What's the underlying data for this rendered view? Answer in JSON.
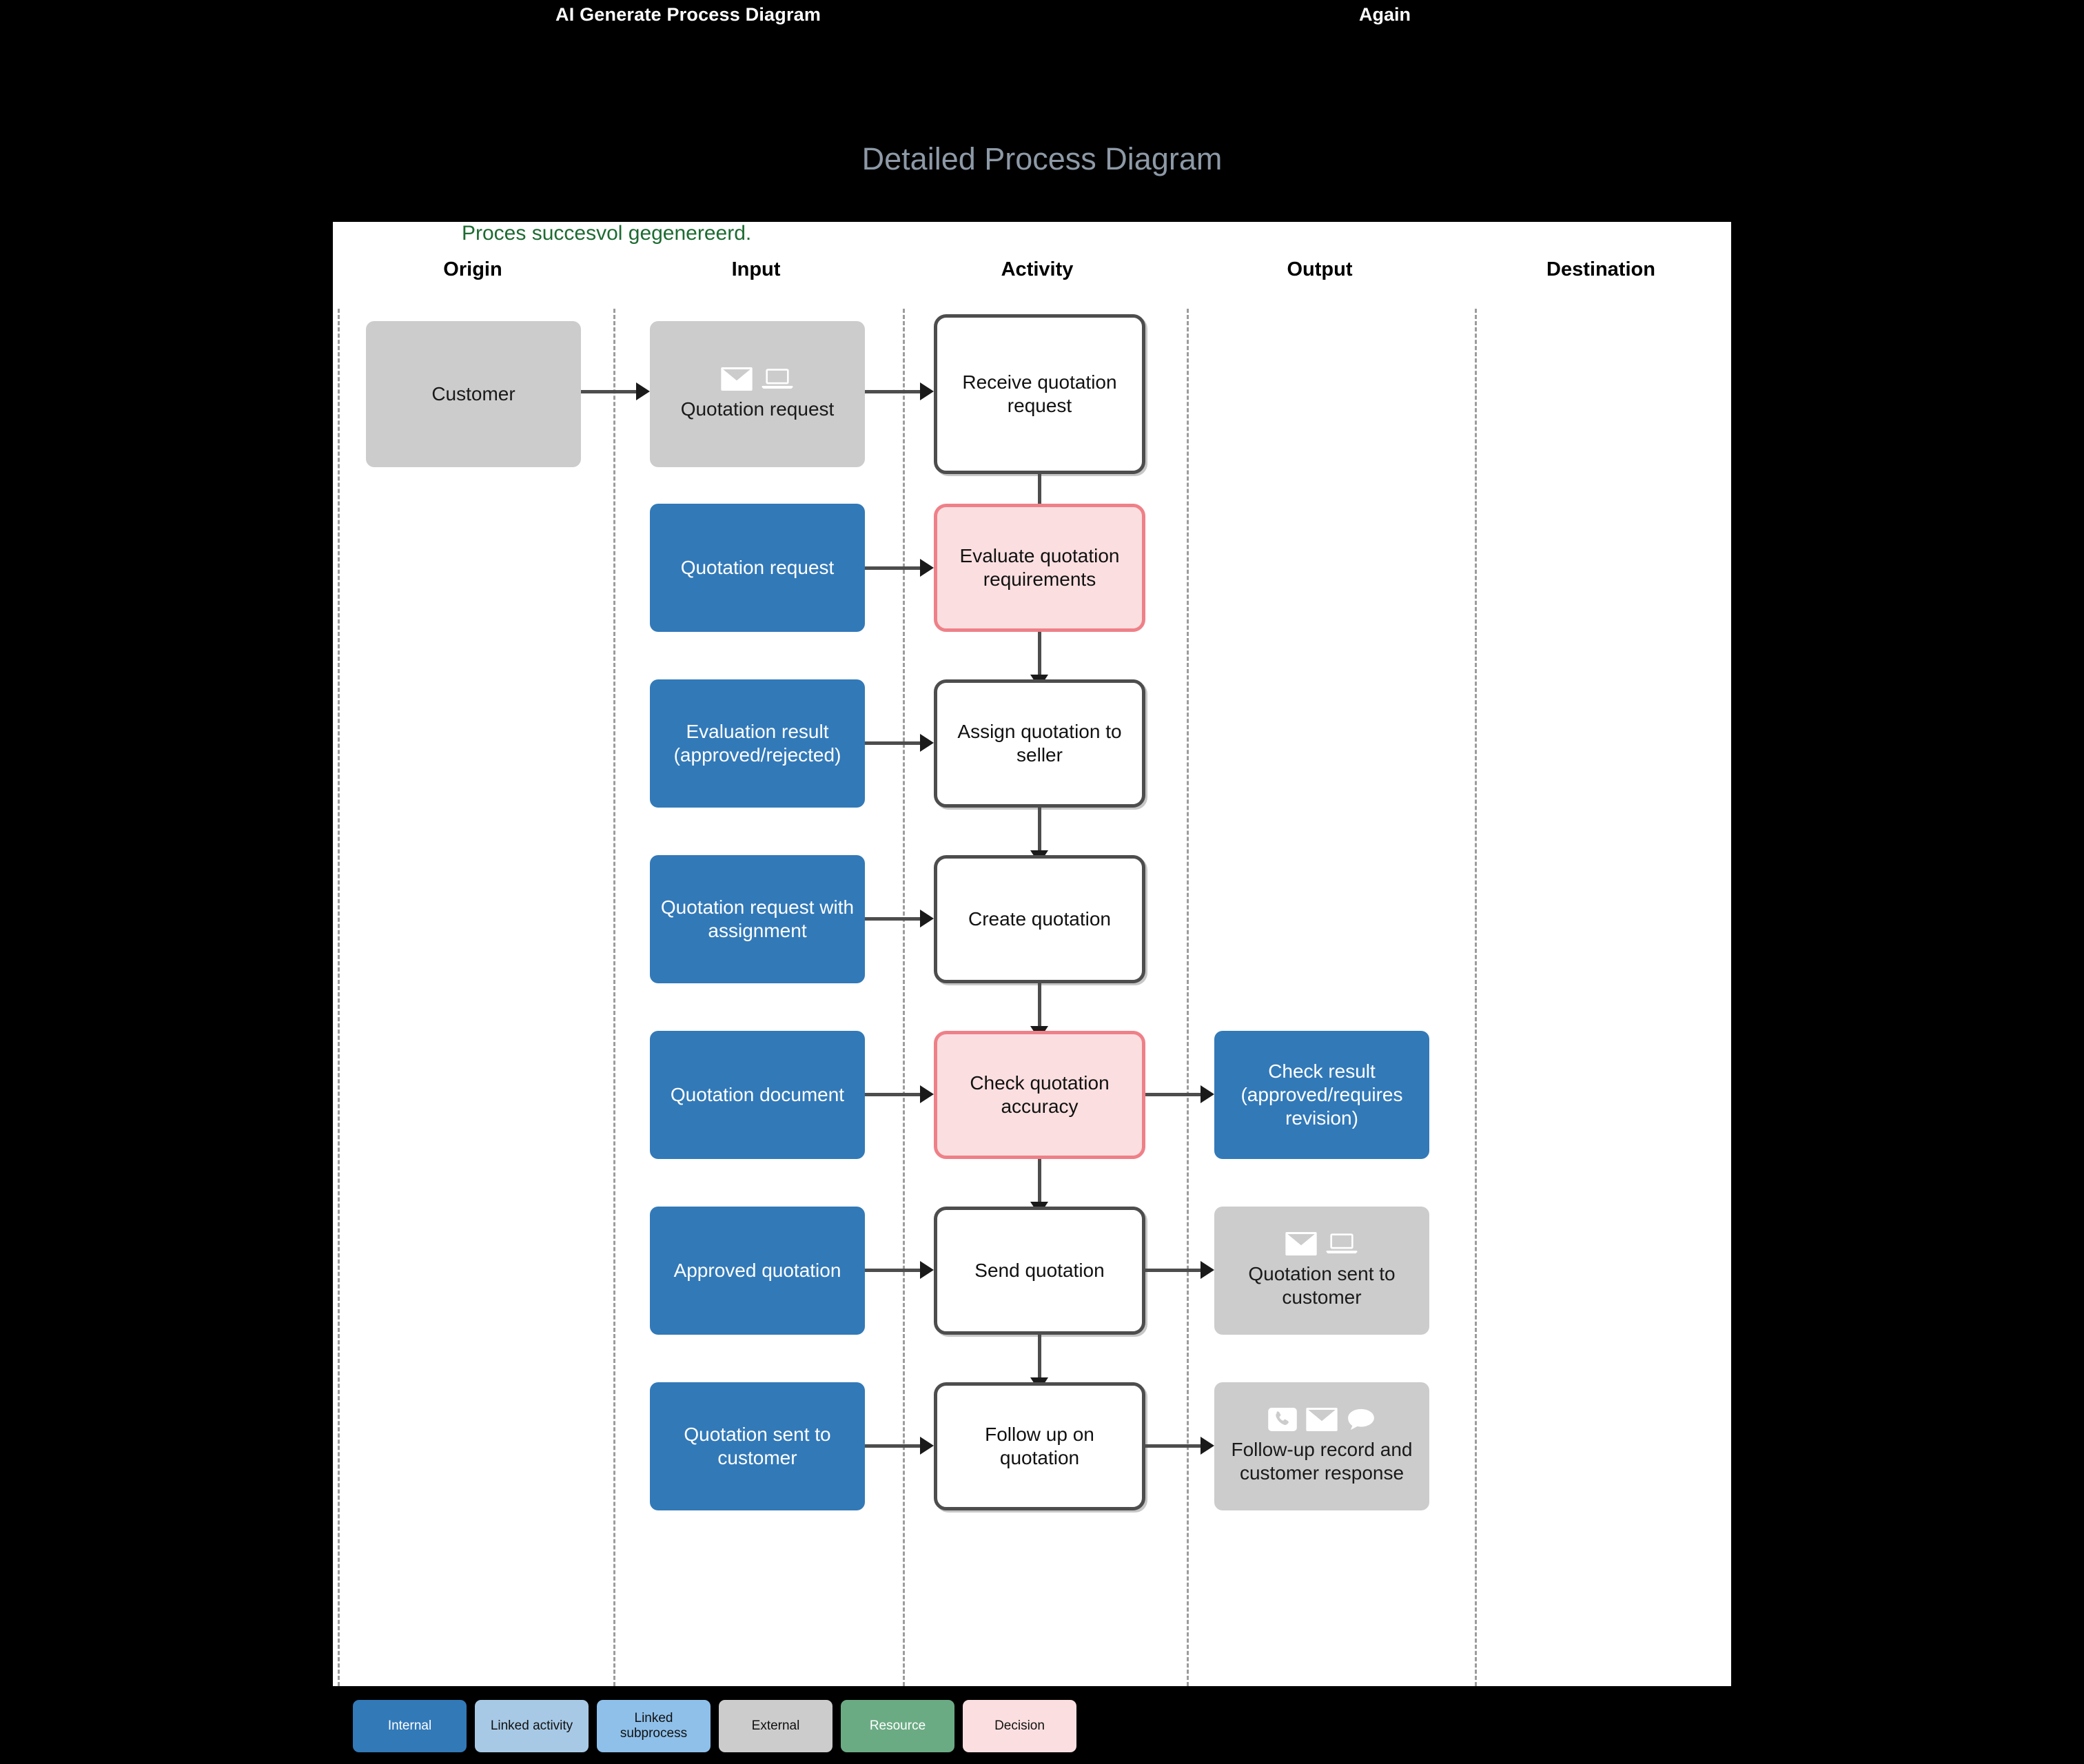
{
  "topbar": {
    "title": "AI Generate Process Diagram",
    "again_label": "Again"
  },
  "page": {
    "title": "Detailed Process Diagram",
    "status_message": "Proces succesvol gegenereerd."
  },
  "columns": [
    {
      "label": "Origin"
    },
    {
      "label": "Input"
    },
    {
      "label": "Activity"
    },
    {
      "label": "Output"
    },
    {
      "label": "Destination"
    }
  ],
  "rows": [
    {
      "origin": {
        "label": "Customer",
        "type": "external",
        "icons": []
      },
      "input": {
        "label": "Quotation request",
        "type": "external",
        "icons": [
          "envelope-icon",
          "laptop-icon"
        ]
      },
      "activity": {
        "label": "Receive quotation request",
        "type": "activity"
      },
      "output": null,
      "destination": null
    },
    {
      "origin": null,
      "input": {
        "label": "Quotation request",
        "type": "internal",
        "icons": []
      },
      "activity": {
        "label": "Evaluate quotation requirements",
        "type": "decision"
      },
      "output": null,
      "destination": null
    },
    {
      "origin": null,
      "input": {
        "label": "Evaluation result (approved/rejected)",
        "type": "internal",
        "icons": []
      },
      "activity": {
        "label": "Assign quotation to seller",
        "type": "activity"
      },
      "output": null,
      "destination": null
    },
    {
      "origin": null,
      "input": {
        "label": "Quotation request with assignment",
        "type": "internal",
        "icons": []
      },
      "activity": {
        "label": "Create quotation",
        "type": "activity"
      },
      "output": null,
      "destination": null
    },
    {
      "origin": null,
      "input": {
        "label": "Quotation document",
        "type": "internal",
        "icons": []
      },
      "activity": {
        "label": "Check quotation accuracy",
        "type": "decision"
      },
      "output": {
        "label": "Check result (approved/requires revision)",
        "type": "internal",
        "icons": []
      },
      "destination": null
    },
    {
      "origin": null,
      "input": {
        "label": "Approved quotation",
        "type": "internal",
        "icons": []
      },
      "activity": {
        "label": "Send quotation",
        "type": "activity"
      },
      "output": {
        "label": "Quotation sent to customer",
        "type": "external",
        "icons": [
          "envelope-icon",
          "laptop-icon"
        ]
      },
      "destination": null
    },
    {
      "origin": null,
      "input": {
        "label": "Quotation sent to customer",
        "type": "internal",
        "icons": []
      },
      "activity": {
        "label": "Follow up on quotation",
        "type": "activity"
      },
      "output": {
        "label": "Follow-up record and customer response",
        "type": "external",
        "icons": [
          "phone-icon",
          "envelope-icon",
          "chat-icon"
        ]
      },
      "destination": null
    }
  ],
  "legend": [
    {
      "label": "Internal",
      "bg": "#3279b8",
      "fg": "#ffffff"
    },
    {
      "label": "Linked activity",
      "bg": "#a7c9e5",
      "fg": "#111111"
    },
    {
      "label": "Linked subprocess",
      "bg": "#8ec0ea",
      "fg": "#111111"
    },
    {
      "label": "External",
      "bg": "#cccccc",
      "fg": "#111111"
    },
    {
      "label": "Resource",
      "bg": "#6bab84",
      "fg": "#ffffff"
    },
    {
      "label": "Decision",
      "bg": "#fbdfe0",
      "fg": "#111111"
    }
  ],
  "colors": {
    "canvas_bg": "#ffffff",
    "page_bg": "#000000",
    "title": "#8d99a6",
    "status": "#1d6b32",
    "internal": "#3279b8",
    "external": "#cccccc",
    "decision_fill": "#fbdfe0",
    "decision_border": "#ef8088",
    "activity_border": "#4d4d4d",
    "connector": "#4d4d4d",
    "lane_separator": "#9c9c9c"
  }
}
